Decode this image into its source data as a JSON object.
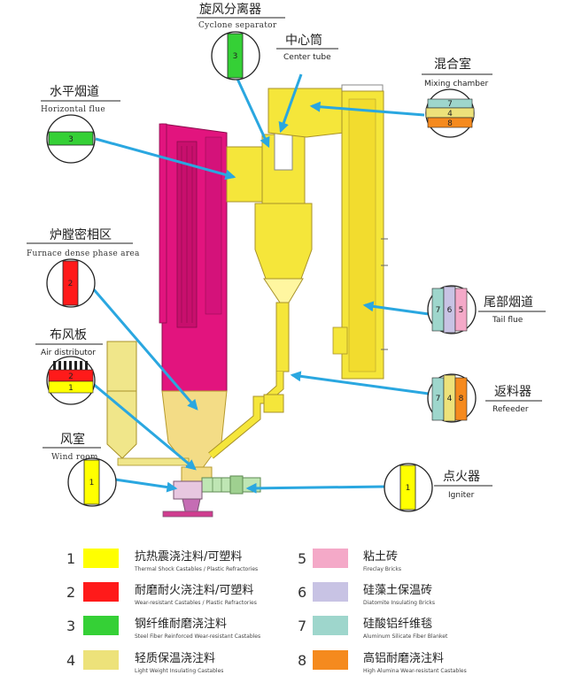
{
  "colors": {
    "m1": "#ffff00",
    "m2": "#ff1a1a",
    "m3": "#35d036",
    "m4": "#ede27a",
    "m5": "#f4a9c8",
    "m6": "#c8c3e4",
    "m7": "#9ed6cc",
    "m8": "#f58a1e",
    "furnace": "#e2147e",
    "equipment": "#f5e63a",
    "arrow": "#2aa7e0"
  },
  "labels": {
    "cyclone": {
      "cn": "旋风分离器",
      "en": "Cyclone separator",
      "layers": [
        "3"
      ]
    },
    "center_tube": {
      "cn": "中心筒",
      "en": "Center tube"
    },
    "mixing": {
      "cn": "混合室",
      "en": "Mixing chamber",
      "layers": [
        "7",
        "4",
        "8"
      ]
    },
    "horizontal_flue": {
      "cn": "水平烟道",
      "en": "Horizontal flue",
      "layers": [
        "3"
      ]
    },
    "furnace_dense": {
      "cn": "炉膛密相区",
      "en": "Furnace dense phase area",
      "layers": [
        "2"
      ]
    },
    "air_distributor": {
      "cn": "布风板",
      "en": "Air distributor",
      "layers": [
        "2",
        "1"
      ]
    },
    "wind_room": {
      "cn": "风室",
      "en": "Wind room",
      "layers": [
        "1"
      ]
    },
    "tail_flue": {
      "cn": "尾部烟道",
      "en": "Tail flue",
      "layers": [
        "7",
        "6",
        "5"
      ]
    },
    "refeeder": {
      "cn": "返料器",
      "en": "Refeeder",
      "layers": [
        "7",
        "4",
        "8"
      ]
    },
    "igniter": {
      "cn": "点火器",
      "en": "Igniter",
      "layers": [
        "1"
      ]
    }
  },
  "legend": [
    {
      "num": "1",
      "cn": "抗热震浇注料/可塑料",
      "en": "Thermal Shock Castables / Plastic Refractories",
      "color": "#ffff00"
    },
    {
      "num": "2",
      "cn": "耐磨耐火浇注料/可塑料",
      "en": "Wear-resistant Castables / Plastic Refractories",
      "color": "#ff1a1a"
    },
    {
      "num": "3",
      "cn": "钢纤维耐磨浇注料",
      "en": "Steel Fiber Reinforced Wear-resistant Castables",
      "color": "#35d036"
    },
    {
      "num": "4",
      "cn": "轻质保温浇注料",
      "en": "Light Weight Insulating Castables",
      "color": "#ede27a"
    },
    {
      "num": "5",
      "cn": "粘土砖",
      "en": "Fireclay Bricks",
      "color": "#f4a9c8"
    },
    {
      "num": "6",
      "cn": "硅藻土保温砖",
      "en": "Diatomite Insulating Bricks",
      "color": "#c8c3e4"
    },
    {
      "num": "7",
      "cn": "硅酸铝纤维毯",
      "en": "Aluminum Silicate Fiber Blanket",
      "color": "#9ed6cc"
    },
    {
      "num": "8",
      "cn": "高铝耐磨浇注料",
      "en": "High Alumina Wear-resistant Castables",
      "color": "#f58a1e"
    }
  ]
}
